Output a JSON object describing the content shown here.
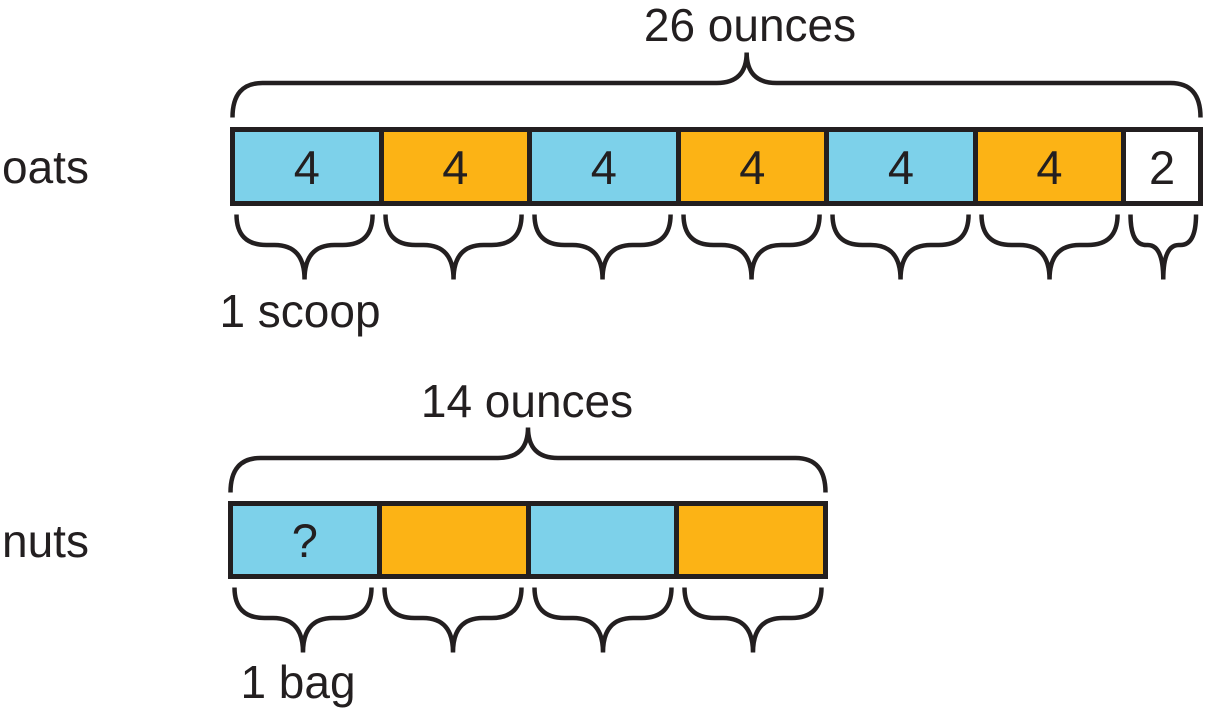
{
  "oats": {
    "row_label": "oats",
    "total_label": "26 ounces",
    "unit_label": "1 scoop",
    "cells": [
      {
        "value": "4",
        "color": "blue"
      },
      {
        "value": "4",
        "color": "orange"
      },
      {
        "value": "4",
        "color": "blue"
      },
      {
        "value": "4",
        "color": "orange"
      },
      {
        "value": "4",
        "color": "blue"
      },
      {
        "value": "4",
        "color": "orange"
      },
      {
        "value": "2",
        "color": "white"
      }
    ]
  },
  "nuts": {
    "row_label": "nuts",
    "total_label": "14 ounces",
    "unit_label": "1 bag",
    "cells": [
      {
        "value": "?",
        "color": "blue"
      },
      {
        "value": "",
        "color": "orange"
      },
      {
        "value": "",
        "color": "blue"
      },
      {
        "value": "",
        "color": "orange"
      }
    ]
  },
  "colors": {
    "blue": "#7DD1EA",
    "orange": "#FCB315",
    "stroke": "#231F20",
    "background": "#FFFFFF"
  }
}
